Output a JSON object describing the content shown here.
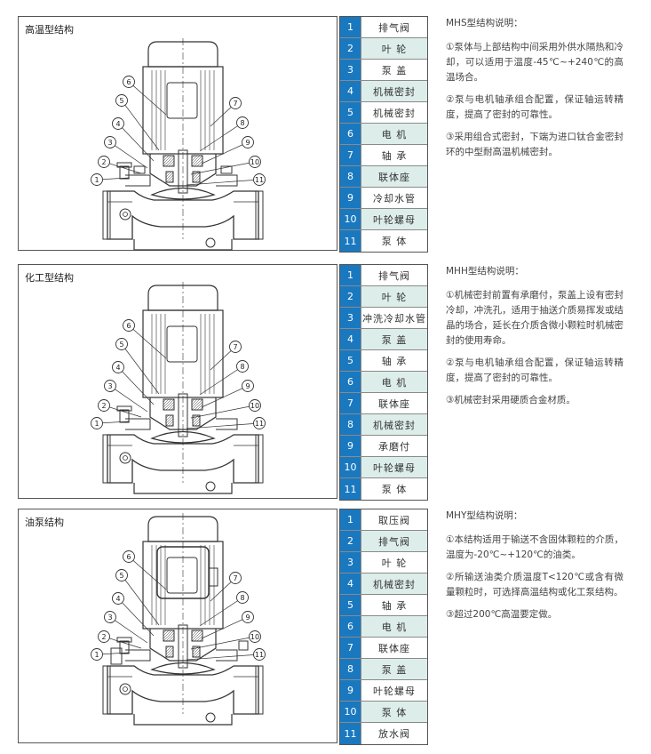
{
  "sections": [
    {
      "title": "高温型结构",
      "parts": [
        {
          "num": "1",
          "name": "排气阀"
        },
        {
          "num": "2",
          "name": "叶 轮"
        },
        {
          "num": "3",
          "name": "泵 盖"
        },
        {
          "num": "4",
          "name": "机械密封"
        },
        {
          "num": "5",
          "name": "机械密封"
        },
        {
          "num": "6",
          "name": "电 机"
        },
        {
          "num": "7",
          "name": "轴 承"
        },
        {
          "num": "8",
          "name": "联体座"
        },
        {
          "num": "9",
          "name": "冷却水管"
        },
        {
          "num": "10",
          "name": "叶轮螺母"
        },
        {
          "num": "11",
          "name": "泵 体"
        }
      ],
      "desc_title": "MHS型结构说明：",
      "desc_items": [
        "①泵体与上部结构中间采用外供水隔热和冷却，可以适用于温度-45℃~+240℃的高温场合。",
        "②泵与电机轴承组合配置，保证轴运转精度，提高了密封的可靠性。",
        "③采用组合式密封，下端为进口钛合金密封环的中型耐高温机械密封。"
      ]
    },
    {
      "title": "化工型结构",
      "parts": [
        {
          "num": "1",
          "name": "排气阀"
        },
        {
          "num": "2",
          "name": "叶 轮"
        },
        {
          "num": "3",
          "name": "冲洗冷却水管"
        },
        {
          "num": "4",
          "name": "泵 盖"
        },
        {
          "num": "5",
          "name": "轴 承"
        },
        {
          "num": "6",
          "name": "电 机"
        },
        {
          "num": "7",
          "name": "联体座"
        },
        {
          "num": "8",
          "name": "机械密封"
        },
        {
          "num": "9",
          "name": "承磨付"
        },
        {
          "num": "10",
          "name": "叶轮螺母"
        },
        {
          "num": "11",
          "name": "泵 体"
        }
      ],
      "desc_title": "MHH型结构说明：",
      "desc_items": [
        "①机械密封前置有承磨付，泵盖上设有密封冷却，冲洗孔，适用于抽送介质易挥发或结晶的场合，延长在介质含微小颗粒时机械密封的使用寿命。",
        "②泵与电机轴承组合配置，保证轴运转精度，提高了密封的可靠性。",
        "③机械密封采用硬质合金材质。"
      ]
    },
    {
      "title": "油泵结构",
      "parts": [
        {
          "num": "1",
          "name": "取压阀"
        },
        {
          "num": "2",
          "name": "排气阀"
        },
        {
          "num": "3",
          "name": "叶 轮"
        },
        {
          "num": "4",
          "name": "机械密封"
        },
        {
          "num": "5",
          "name": "轴 承"
        },
        {
          "num": "6",
          "name": "电 机"
        },
        {
          "num": "7",
          "name": "联体座"
        },
        {
          "num": "8",
          "name": "泵 盖"
        },
        {
          "num": "9",
          "name": "叶轮螺母"
        },
        {
          "num": "10",
          "name": "泵 体"
        },
        {
          "num": "11",
          "name": "放水阀"
        }
      ],
      "desc_title": "MHY型结构说明：",
      "desc_items": [
        "①本结构适用于输送不含固体颗粒的介质，温度为-20℃~+120℃的油类。",
        "②所输送油类介质温度T<120℃或含有微量颗粒时，可选择高温结构或化工泵结构。",
        "③超过200℃高温要定做。"
      ]
    }
  ],
  "callout_numbers": [
    "1",
    "2",
    "3",
    "4",
    "5",
    "6",
    "7",
    "8",
    "9",
    "10",
    "11"
  ],
  "colors": {
    "number_cell": "#1a78bf",
    "alt_row": "#ddeeea",
    "line": "#333333"
  }
}
